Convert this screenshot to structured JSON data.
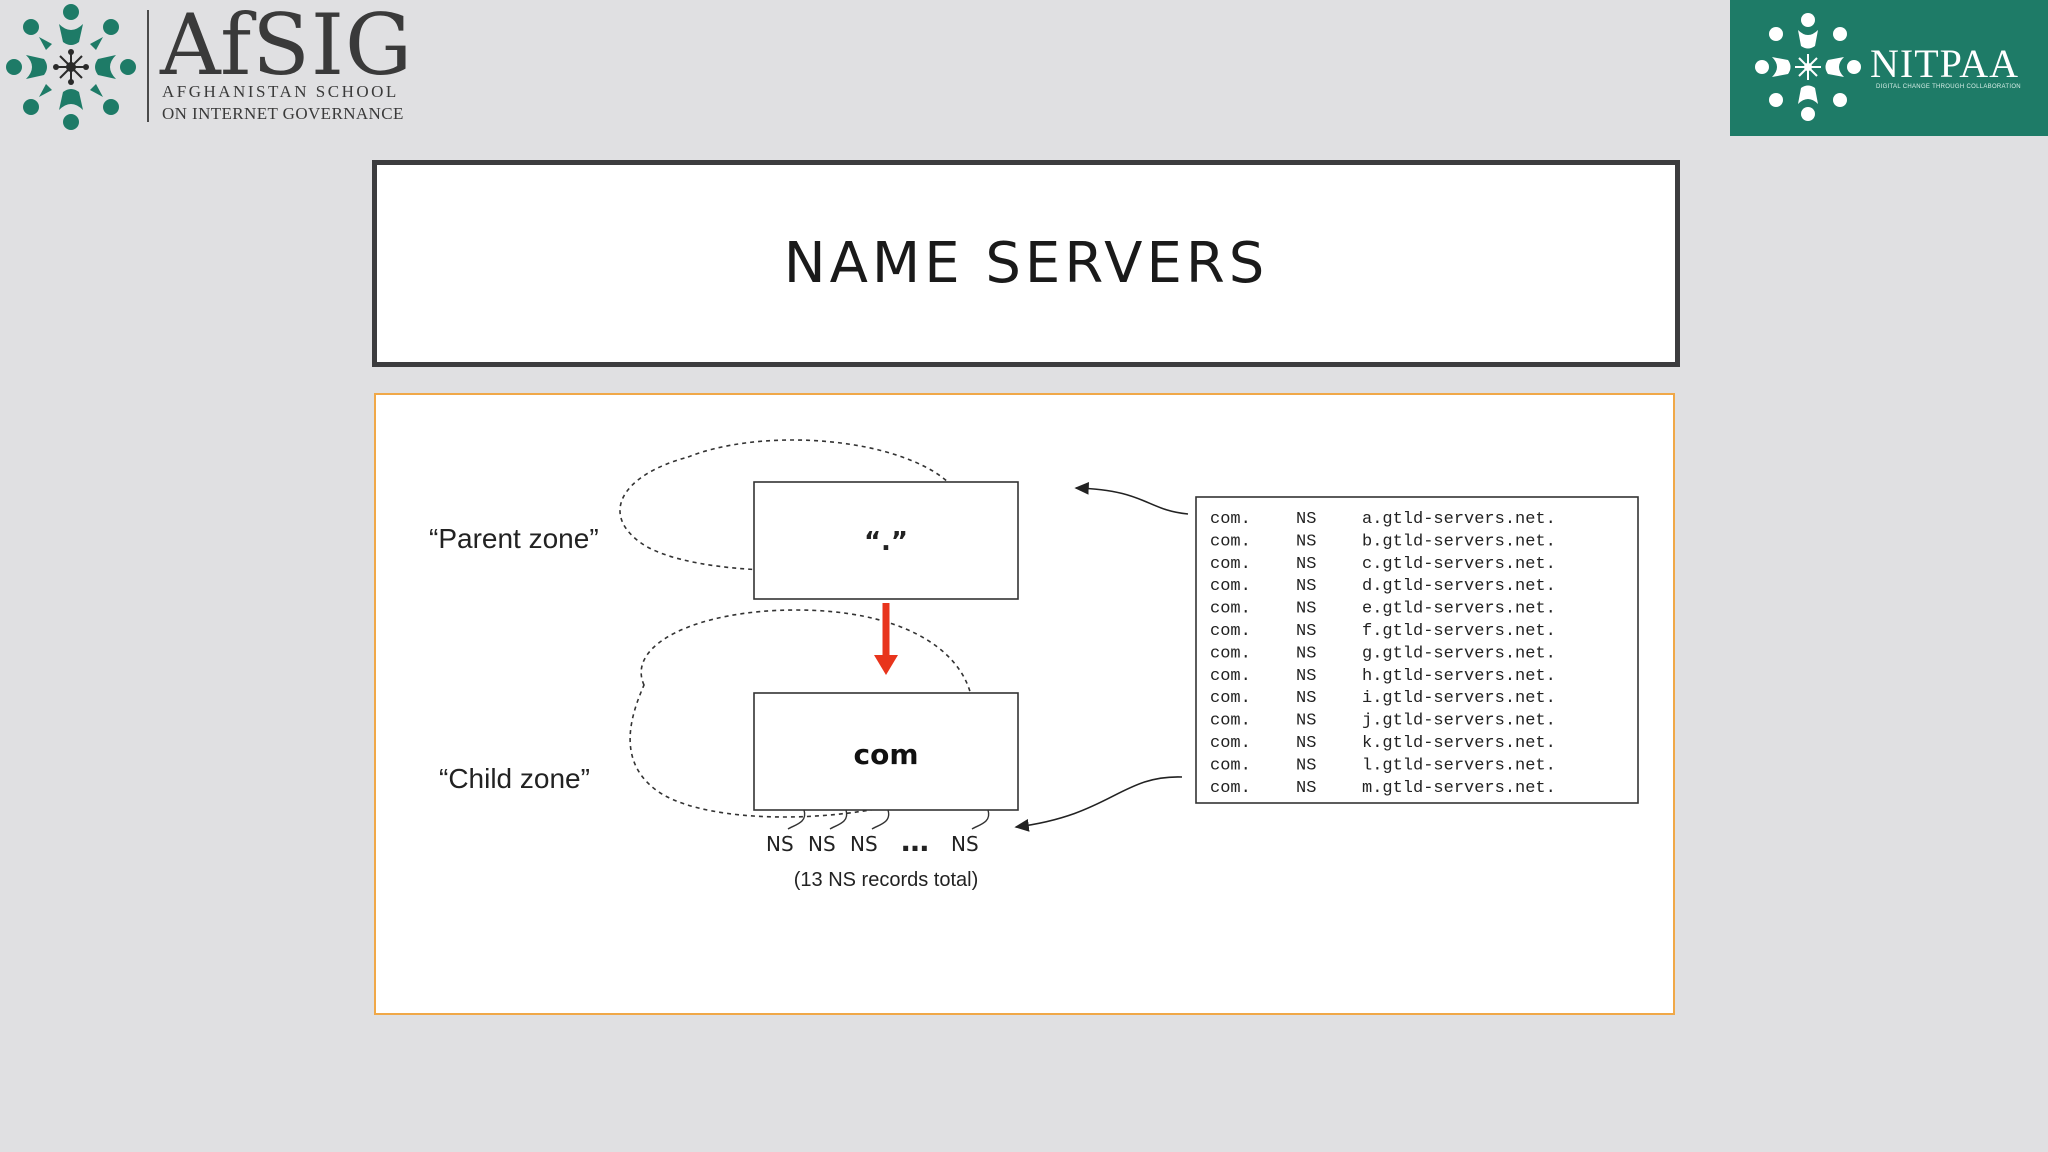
{
  "header": {
    "left_logo": {
      "name": "AfSIG",
      "line1": "AFGHANISTAN SCHOOL",
      "line2": "ON INTERNET GOVERNANCE",
      "icon": "network-tree-icon",
      "color": "#1e7b67"
    },
    "right_logo": {
      "name": "NITPAA",
      "tagline": "DIGITAL CHANGE THROUGH COLLABORATION",
      "icon": "network-tree-icon",
      "background": "#1e7b67"
    }
  },
  "slide": {
    "title": "NAME SERVERS"
  },
  "diagram": {
    "parent_label": "“Parent zone”",
    "child_label": "“Child zone”",
    "root_box": "“.”",
    "child_box": "com",
    "ns_labels": [
      "NS",
      "NS",
      "NS",
      "NS"
    ],
    "ellipsis": "…",
    "total_note": "(13 NS records total)",
    "arrow_color": "#e8341c",
    "records": [
      {
        "zone": "com.",
        "type": "NS",
        "server": "a.gtld-servers.net."
      },
      {
        "zone": "com.",
        "type": "NS",
        "server": "b.gtld-servers.net."
      },
      {
        "zone": "com.",
        "type": "NS",
        "server": "c.gtld-servers.net."
      },
      {
        "zone": "com.",
        "type": "NS",
        "server": "d.gtld-servers.net."
      },
      {
        "zone": "com.",
        "type": "NS",
        "server": "e.gtld-servers.net."
      },
      {
        "zone": "com.",
        "type": "NS",
        "server": "f.gtld-servers.net."
      },
      {
        "zone": "com.",
        "type": "NS",
        "server": "g.gtld-servers.net."
      },
      {
        "zone": "com.",
        "type": "NS",
        "server": "h.gtld-servers.net."
      },
      {
        "zone": "com.",
        "type": "NS",
        "server": "i.gtld-servers.net."
      },
      {
        "zone": "com.",
        "type": "NS",
        "server": "j.gtld-servers.net."
      },
      {
        "zone": "com.",
        "type": "NS",
        "server": "k.gtld-servers.net."
      },
      {
        "zone": "com.",
        "type": "NS",
        "server": "l.gtld-servers.net."
      },
      {
        "zone": "com.",
        "type": "NS",
        "server": "m.gtld-servers.net."
      }
    ]
  }
}
